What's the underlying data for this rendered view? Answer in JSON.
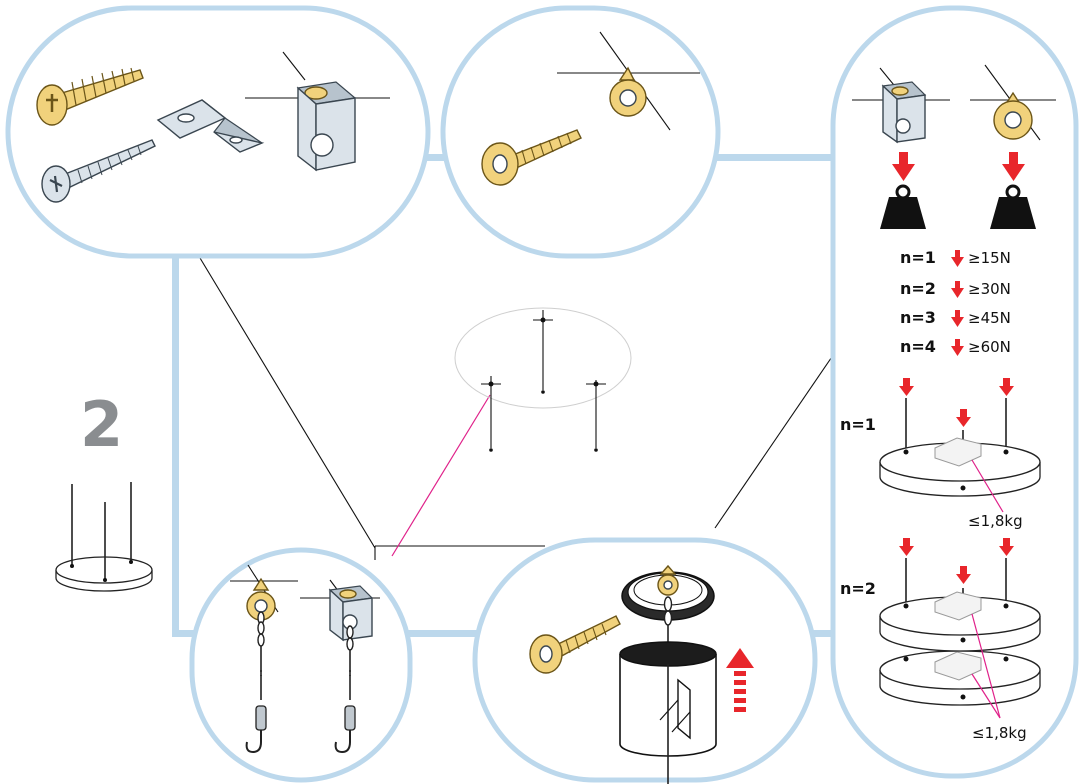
{
  "step": {
    "number": "2"
  },
  "loads": [
    {
      "n": "n=1",
      "force": "≥15N"
    },
    {
      "n": "n=2",
      "force": "≥30N"
    },
    {
      "n": "n=3",
      "force": "≥45N"
    },
    {
      "n": "n=4",
      "force": "≥60N"
    }
  ],
  "configs": [
    {
      "n": "n=1",
      "max_weight": "≤1,8kg"
    },
    {
      "n": "n=2",
      "max_weight": "≤1,8kg"
    }
  ],
  "colors": {
    "bubble_outline": "#bcd8ec",
    "load_arrow": "#e8262b",
    "magenta_link": "#e0218a",
    "step_number": "#8a8d90"
  },
  "icons": [
    "down-arrow-icon",
    "weight-icon",
    "up-arrow-icon",
    "screw-icon",
    "eye-screw-icon",
    "angle-bracket-icon"
  ]
}
